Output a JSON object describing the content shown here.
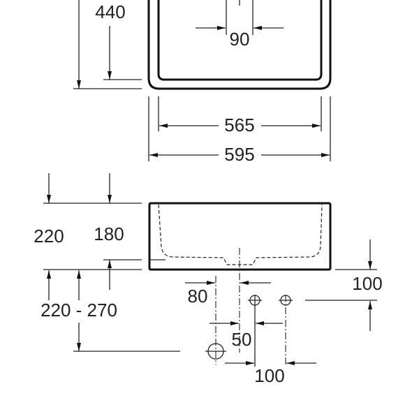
{
  "title": "Washbasin dimension drawing",
  "top_view": {
    "depth_outer": "440",
    "waste_width": "90",
    "inner_width": "565",
    "outer_width": "595"
  },
  "side_view": {
    "height_outer": "220",
    "height_inner": "180",
    "waste_height_range": "220 - 270",
    "offset_80": "80",
    "offset_50": "50",
    "spacing_100_horizontal": "100",
    "spacing_100_vertical": "100"
  }
}
